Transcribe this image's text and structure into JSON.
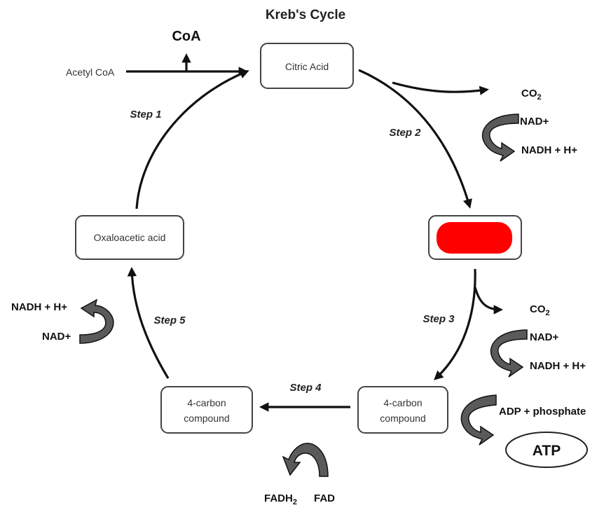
{
  "title": "Kreb's Cycle",
  "boxes": {
    "citric": "Citric Acid",
    "oxaloacetic": "Oxaloacetic acid",
    "four_carbon_right_line1": "4-carbon",
    "four_carbon_right_line2": "compound",
    "four_carbon_left_line1": "4-carbon",
    "four_carbon_left_line2": "compound"
  },
  "hidden_box_color": "#ff0000",
  "steps": [
    "Step 1",
    "Step 2",
    "Step 3",
    "Step 4",
    "Step 5"
  ],
  "inputs": {
    "acetyl_coa": "Acetyl CoA",
    "coa": "CoA"
  },
  "step2_products": {
    "co2": "CO",
    "co2_sub": "2",
    "nad": "NAD+",
    "nadh": "NADH + H+"
  },
  "step3_products": {
    "co2": "CO",
    "co2_sub": "2",
    "nad": "NAD+",
    "nadh": "NADH + H+",
    "adp": "ADP + phosphate",
    "atp": "ATP"
  },
  "step4_products": {
    "fadh2": "FADH",
    "fadh2_sub": "2",
    "fad": "FAD"
  },
  "step5_products": {
    "nadh": "NADH + H+",
    "nad": "NAD+"
  }
}
